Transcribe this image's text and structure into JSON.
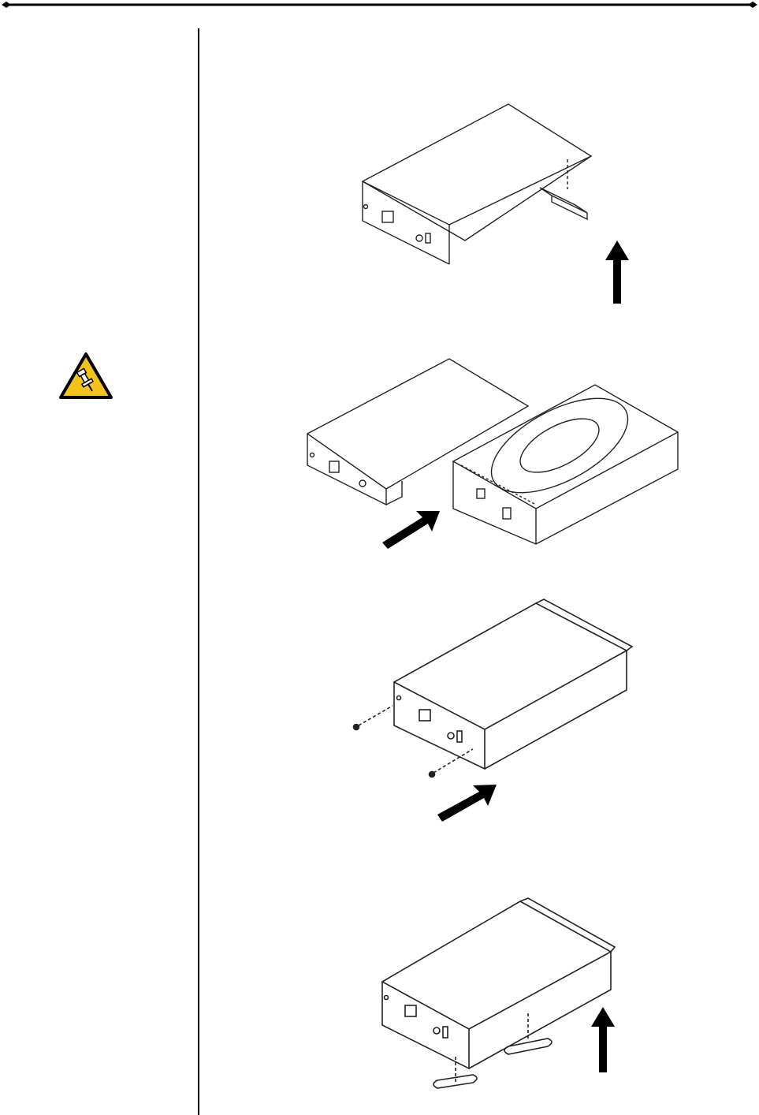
{
  "page": {
    "header_rule": "top-border-rule",
    "sidebar": {
      "note_icon": "pushpin-note-icon",
      "note_color": "#f2c318"
    },
    "figures": [
      {
        "step": "remove-bottom-cover",
        "arrow": "arrow-up-icon"
      },
      {
        "step": "insert-drive-into-case",
        "arrow": "arrow-diagonal-icon"
      },
      {
        "step": "secure-front-screws",
        "arrow": "arrow-diagonal-icon"
      },
      {
        "step": "attach-rubber-feet",
        "arrow": "arrow-up-icon"
      }
    ]
  }
}
